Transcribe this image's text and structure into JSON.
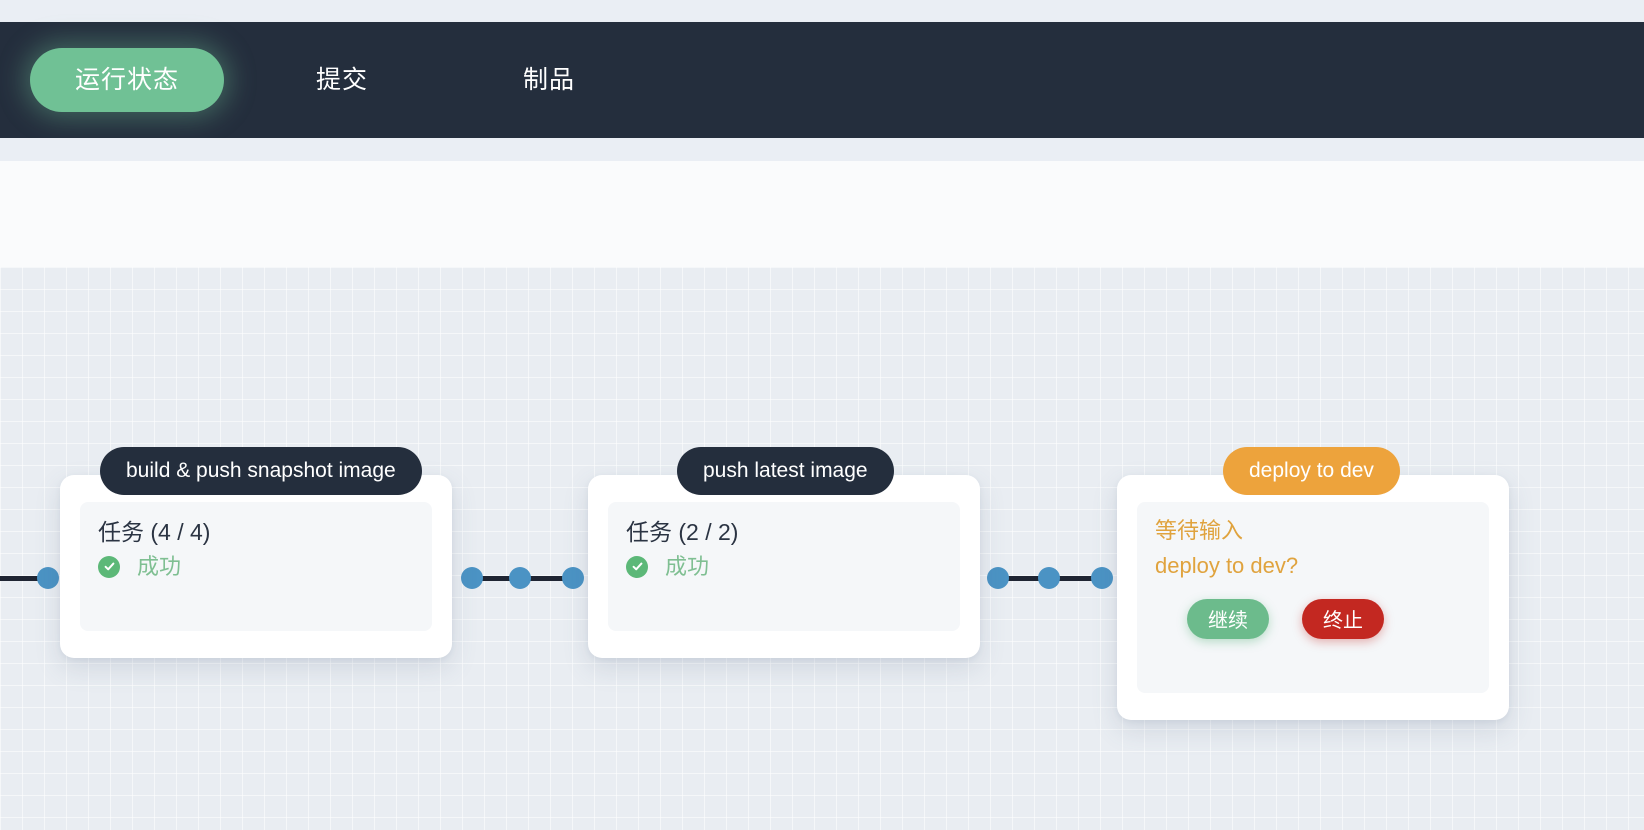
{
  "navbar": {
    "tabs": [
      {
        "label": "运行状态",
        "active": true
      },
      {
        "label": "提交",
        "active": false
      },
      {
        "label": "制品",
        "active": false
      }
    ],
    "background": "#242e3d",
    "active_color": "#70c195"
  },
  "pipeline": {
    "nodes": [
      {
        "title": "build & push snapshot image",
        "title_style": "dark",
        "type": "task",
        "task_label": "任务 (4 / 4)",
        "status_text": "成功",
        "status_icon": "check-circle-icon",
        "status_color": "#7fbf92"
      },
      {
        "title": "push latest image",
        "title_style": "dark",
        "type": "task",
        "task_label": "任务 (2 / 2)",
        "status_text": "成功",
        "status_icon": "check-circle-icon",
        "status_color": "#7fbf92"
      },
      {
        "title": "deploy to dev",
        "title_style": "orange",
        "type": "waiting-input",
        "wait_title": "等待输入",
        "wait_question": "deploy to dev?",
        "continue_label": "继续",
        "abort_label": "终止",
        "wait_color": "#e0a33e",
        "continue_color": "#6cbb8c",
        "abort_color": "#c32821"
      }
    ],
    "connector_dot_color": "#4b93c4",
    "connector_line_color": "#1f2533"
  }
}
